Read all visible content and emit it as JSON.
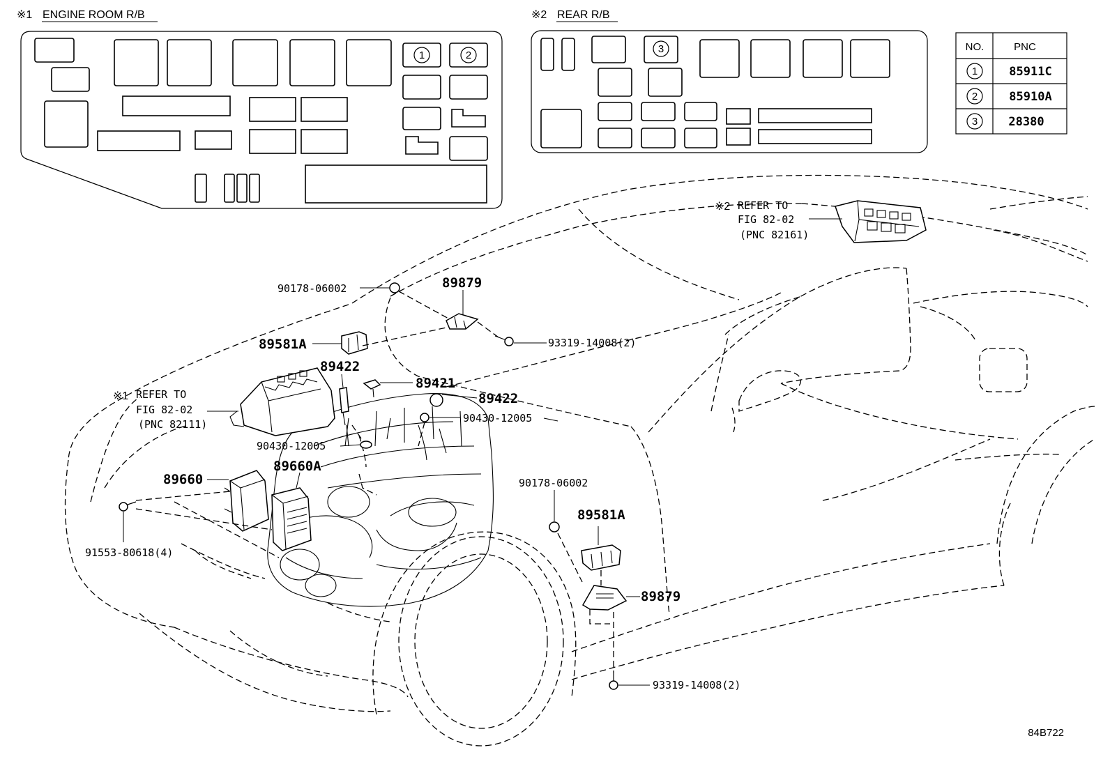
{
  "engine_room_rb": {
    "mark": "※1",
    "title": "ENGINE ROOM R/B"
  },
  "rear_rb": {
    "mark": "※2",
    "title": "REAR R/B"
  },
  "pnc_table": {
    "header_no": "NO.",
    "header_pnc": "PNC",
    "rows": [
      {
        "no": "1",
        "pnc": "85911C"
      },
      {
        "no": "2",
        "pnc": "85910A"
      },
      {
        "no": "3",
        "pnc": "28380"
      }
    ]
  },
  "box_markers": {
    "m1": "1",
    "m2": "2",
    "m3": "3"
  },
  "callouts": {
    "ref_rear": {
      "mark": "※2",
      "line1": "REFER TO",
      "line2": "FIG 82-02",
      "line3": "(PNC 82161)"
    },
    "ref_engine": {
      "mark": "※1",
      "line1": "REFER TO",
      "line2": "FIG 82-02",
      "line3": "(PNC 82111)"
    },
    "p90178_top": "90178-06002",
    "p89879_top": "89879",
    "p89581A_top": "89581A",
    "p93319_top": "93319-14008(2)",
    "p89422_a": "89422",
    "p89421": "89421",
    "p89422_b": "89422",
    "p90430_right": "90430-12005",
    "p90430_left": "90430-12005",
    "p89660A": "89660A",
    "p89660": "89660",
    "p90178_mid": "90178-06002",
    "p89581A_bot": "89581A",
    "p89879_bot": "89879",
    "p91553": "91553-80618(4)",
    "p93319_bot": "93319-14008(2)"
  },
  "figure_code": "84B722"
}
